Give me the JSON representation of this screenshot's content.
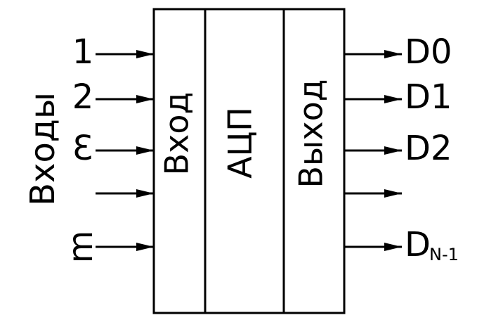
{
  "left_group_label": "Входы",
  "block": {
    "input_section": "Вход",
    "center_section": "АЦП",
    "output_section": "Выход"
  },
  "inputs": [
    "1",
    "2",
    "3",
    "",
    "m"
  ],
  "outputs": [
    {
      "main": "D0",
      "sub": ""
    },
    {
      "main": "D1",
      "sub": ""
    },
    {
      "main": "D2",
      "sub": ""
    },
    {
      "main": "",
      "sub": ""
    },
    {
      "main": "D",
      "sub": "N-1"
    }
  ]
}
